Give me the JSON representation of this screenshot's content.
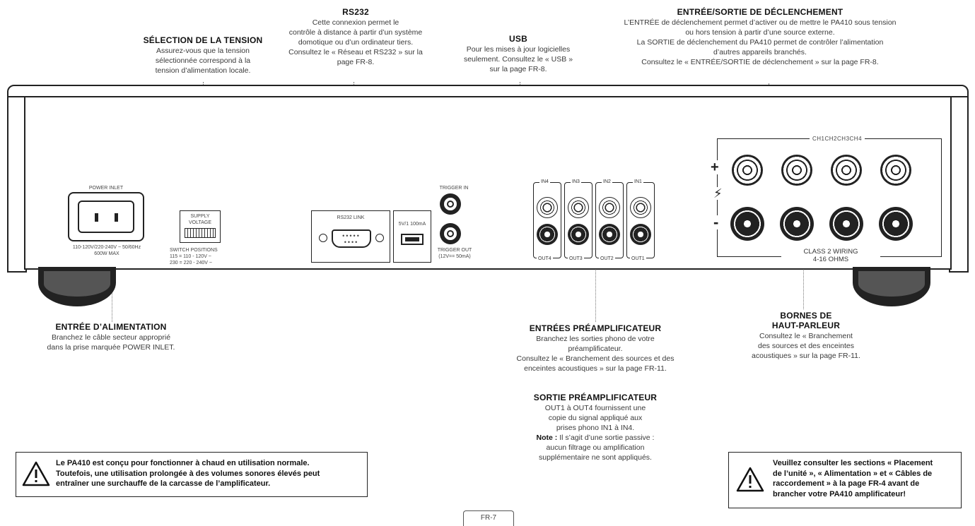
{
  "callouts": {
    "supply": {
      "title": "SÉLECTION DE LA TENSION",
      "lines": [
        "Assurez-vous que la tension",
        "sélectionnée correspond à la",
        "tension d’alimentation locale."
      ]
    },
    "rs232": {
      "title": "RS232",
      "lines": [
        "Cette connexion permet le",
        "contrôle à distance à partir d’un système",
        "domotique ou d’un ordinateur tiers.",
        "Consultez le « Réseau et RS232 » sur la",
        "page FR-8."
      ]
    },
    "usb": {
      "title": "USB",
      "lines": [
        "Pour les mises à jour logicielles",
        "seulement. Consultez le « USB »",
        "sur la page FR-8."
      ]
    },
    "trigger": {
      "title": "ENTRÉE/SORTIE DE DÉCLENCHEMENT",
      "lines": [
        "L’ENTRÉE de déclenchement permet d’activer ou de mettre le PA410 sous tension",
        "ou hors tension à partir d’une source externe.",
        "La SORTIE de déclenchement du PA410 permet de contrôler l’alimentation",
        "d’autres appareils branchés.",
        "Consultez le « ENTRÉE/SORTIE de déclenchement » sur la page FR-8."
      ]
    },
    "power": {
      "title": "ENTRÉE D’ALIMENTATION",
      "lines": [
        "Branchez le câble secteur approprié",
        "dans la prise marquée POWER INLET."
      ]
    },
    "preamp_in": {
      "title": "ENTRÉES PRÉAMPLIFICATEUR",
      "lines": [
        "Branchez les sorties phono de votre",
        "préamplificateur.",
        "Consultez le « Branchement des sources et des",
        "enceintes acoustiques » sur la page FR-11."
      ]
    },
    "preamp_out": {
      "title": "SORTIE PRÉAMPLIFICATEUR",
      "lines": [
        "OUT1 à OUT4 fournissent une",
        "copie du signal appliqué aux",
        "prises phono IN1 à IN4."
      ],
      "note_label": "Note :",
      "note_lines": [
        "Il s’agit d’une sortie passive :",
        "aucun filtrage ou amplification",
        "supplémentaire ne sont appliqués."
      ]
    },
    "speaker": {
      "title_lines": [
        "BORNES DE",
        "HAUT-PARLEUR"
      ],
      "lines": [
        "Consultez le « Branchement",
        "des sources et des enceintes",
        "acoustiques » sur la page FR-11."
      ]
    }
  },
  "panel": {
    "power_label": "POWER INLET",
    "power_rating": [
      "110-120V/220-240V ~ 50/60Hz",
      "600W MAX"
    ],
    "supply_label": [
      "SUPPLY",
      "VOLTAGE"
    ],
    "switch_positions": [
      "SWITCH POSITIONS",
      "115 = 110 - 120V ~",
      "230 = 220 - 240V ~"
    ],
    "rs232_label": "RS232 LINK",
    "usb_label": "5V/1 100mA",
    "trigger_in": "TRIGGER IN",
    "trigger_out": [
      "TRIGGER OUT",
      "(12V== 50mA)"
    ],
    "preamp_in_labels": [
      "IN4",
      "IN3",
      "IN2",
      "IN1"
    ],
    "preamp_out_labels": [
      "OUT4",
      "OUT3",
      "OUT2",
      "OUT1"
    ],
    "speaker_header": "CH1CH2CH3CH4",
    "plus": "+",
    "minus": "-",
    "wiring": [
      "CLASS 2 WIRING",
      "4-16 OHMS"
    ]
  },
  "warnings": {
    "left": [
      "Le PA410 est conçu pour fonctionner à chaud en utilisation normale.",
      "Toutefois, une utilisation prolongée à des volumes sonores élevés peut",
      "entraîner une surchauffe de la carcasse de l’amplificateur."
    ],
    "right": [
      "Veuillez consulter les sections « Placement",
      "de l’unité », « Alimentation » et « Câbles de",
      "raccordement » à la page FR-4 avant de",
      "brancher votre PA410 amplificateur!"
    ]
  },
  "page_number": "FR-7"
}
